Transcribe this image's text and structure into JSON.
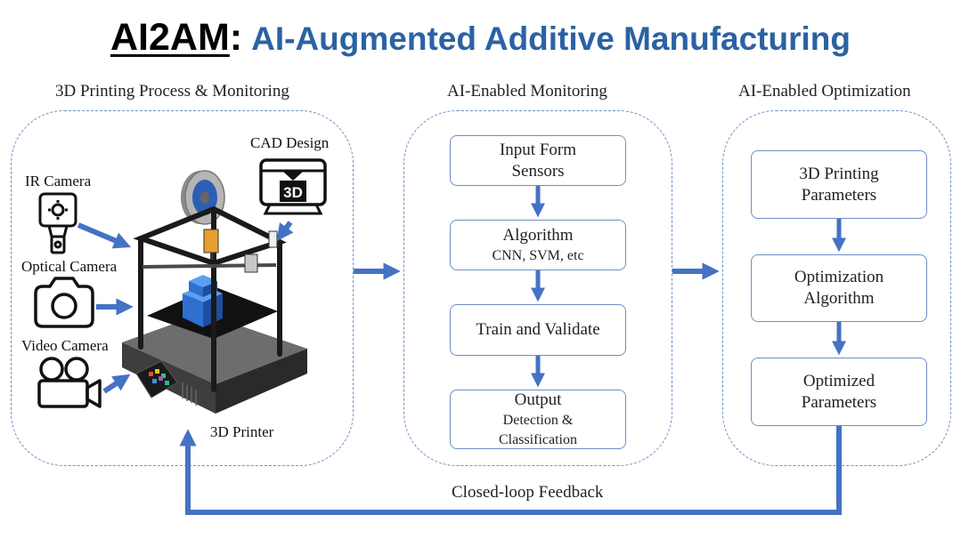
{
  "title": {
    "main": "AI2AM",
    "colon": ":",
    "subtitle": "AI-Augmented Additive Manufacturing"
  },
  "colors": {
    "accent": "#2b62a3",
    "arrow": "#4472c4",
    "dashed": "#6f8fc4"
  },
  "panels": [
    {
      "label": "3D Printing Process & Monitoring"
    },
    {
      "label": "AI-Enabled Monitoring"
    },
    {
      "label": "AI-Enabled Optimization"
    }
  ],
  "process": {
    "ir_camera": "IR Camera",
    "optical_camera": "Optical Camera",
    "video_camera": "Video Camera",
    "cad_design": "CAD Design",
    "cad_icon_text": "3D",
    "printer": "3D Printer"
  },
  "monitoring": {
    "boxes": [
      {
        "line1": "Input Form",
        "line2": "Sensors"
      },
      {
        "line1": "Algorithm",
        "line2": "CNN, SVM, etc"
      },
      {
        "line1": "Train and Validate"
      },
      {
        "line1": "Output",
        "line2": "Detection &",
        "line3": "Classification"
      }
    ]
  },
  "optimization": {
    "boxes": [
      {
        "line1": "3D Printing",
        "line2": "Parameters"
      },
      {
        "line1": "Optimization",
        "line2": "Algorithm"
      },
      {
        "line1": "Optimized",
        "line2": "Parameters"
      }
    ]
  },
  "feedback": "Closed-loop Feedback"
}
